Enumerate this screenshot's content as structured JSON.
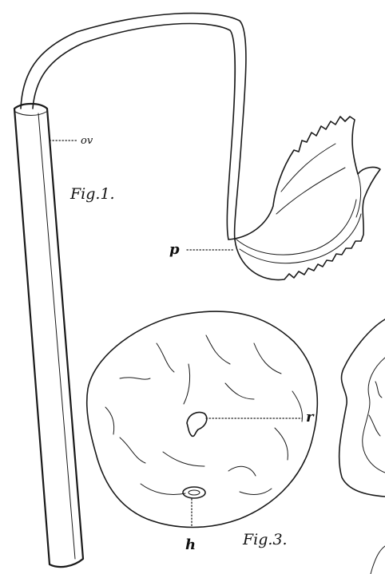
{
  "figures": {
    "fig1": {
      "caption": "Fig.1."
    },
    "fig3": {
      "caption": "Fig.3."
    }
  },
  "labels": {
    "ov": "ov",
    "p": "p",
    "r": "r",
    "h": "h"
  }
}
